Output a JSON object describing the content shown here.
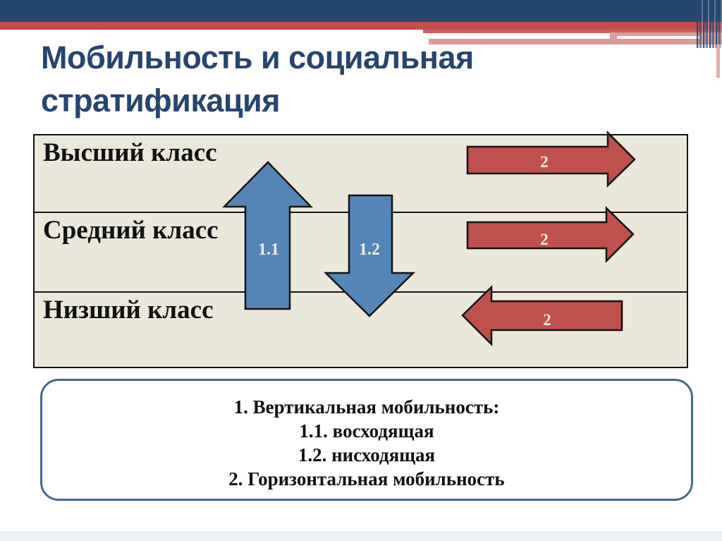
{
  "slide_title": "Мобильность и социальная стратификация",
  "strata_table": {
    "rows": [
      {
        "label": "Высший класс"
      },
      {
        "label": "Средний класс"
      },
      {
        "label": "Низший класс"
      }
    ]
  },
  "arrows": {
    "up_label": "1.1",
    "down_label": "1.2",
    "horizontal_top_label": "2",
    "horizontal_middle_label": "2",
    "horizontal_bottom_label": "2"
  },
  "legend": {
    "lines": [
      "1.  Вертикальная мобильность:",
      "1.1. восходящая",
      "1.2. нисходящая",
      "2. Горизонтальная мобильность"
    ]
  },
  "colors": {
    "header_navy": "#25476F",
    "header_red": "#C34B4B",
    "header_pink": "#DC9B99",
    "title_blue": "#26456E",
    "table_bg": "#EAE7DB",
    "arrow_blue": "#5585B8",
    "arrow_red": "#C0504D",
    "arrow_outline": "#131313",
    "legend_border": "#3E689C"
  }
}
